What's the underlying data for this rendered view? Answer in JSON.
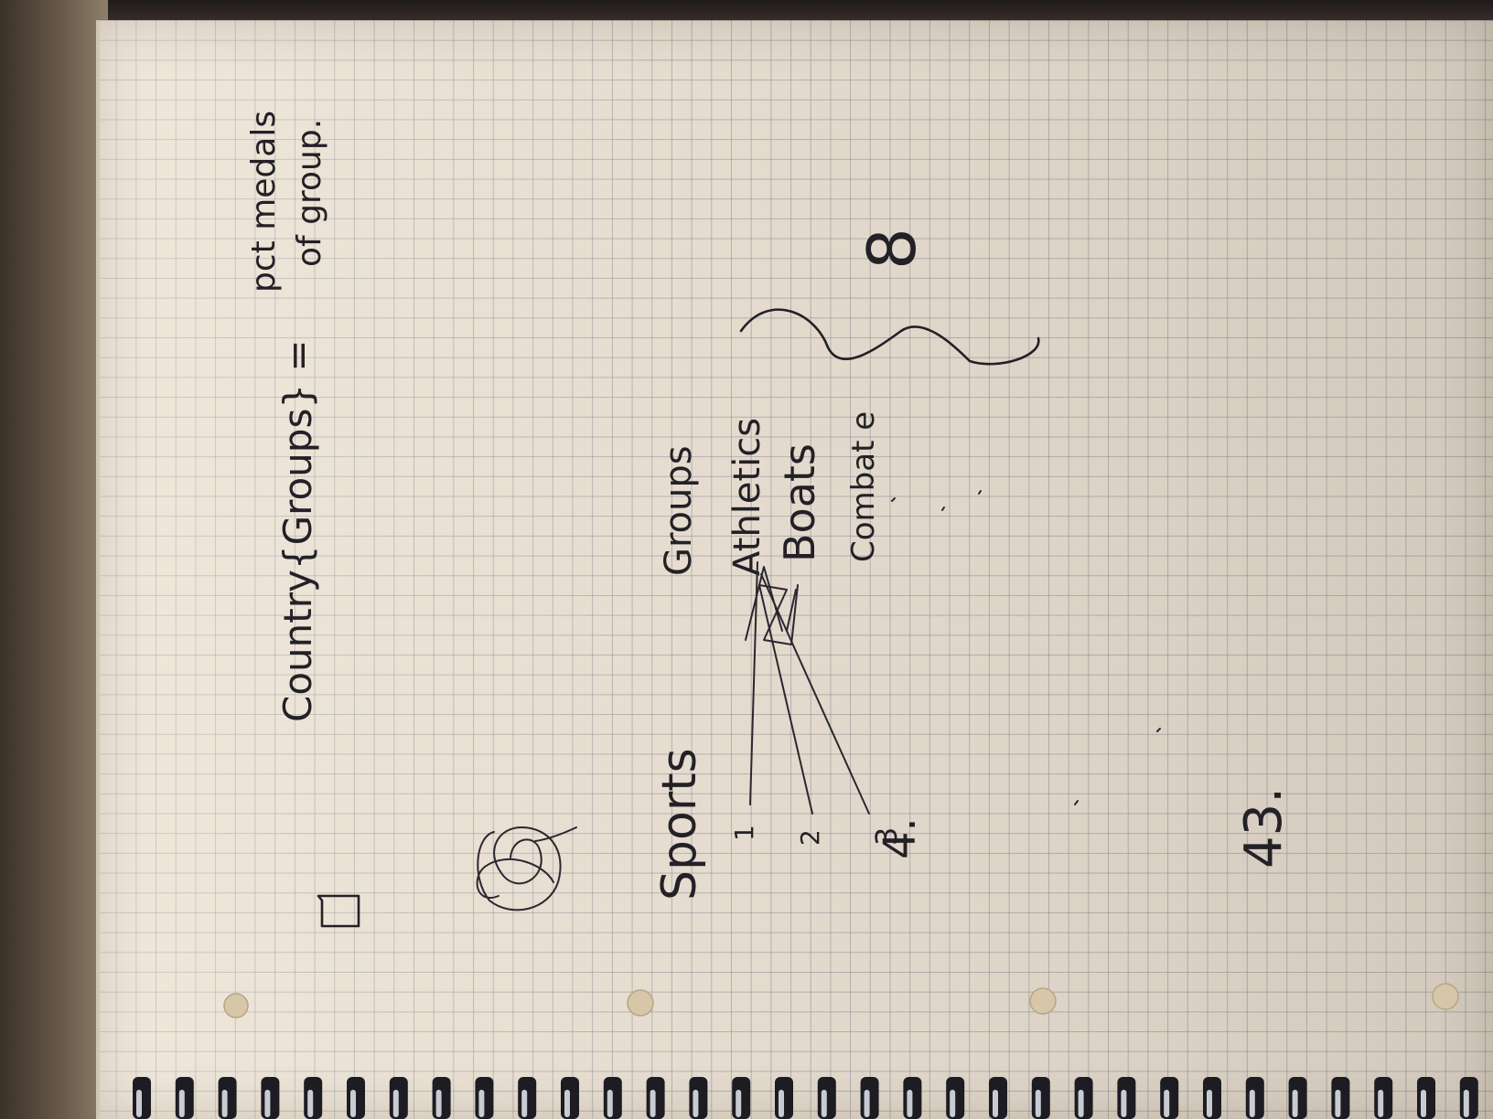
{
  "handwriting": {
    "country_line": "Country{Groups} =",
    "pct_line_1": "pct medals",
    "pct_line_2": "of group.",
    "number_eight": "8",
    "label_groups": "Groups",
    "group_athletics": "Athletics",
    "group_boats": "Boats",
    "group_combat": "Combat e",
    "label_sports": "Sports",
    "num_1": "1",
    "num_2": "2",
    "num_3": "3",
    "num_4": "4.",
    "num_43": "43.",
    "checkbox_mark": "□"
  },
  "colors": {
    "paper": "#e6ddd0",
    "grid": "#7a7e8c",
    "ink": "#232026",
    "cover": "#2f2527"
  }
}
